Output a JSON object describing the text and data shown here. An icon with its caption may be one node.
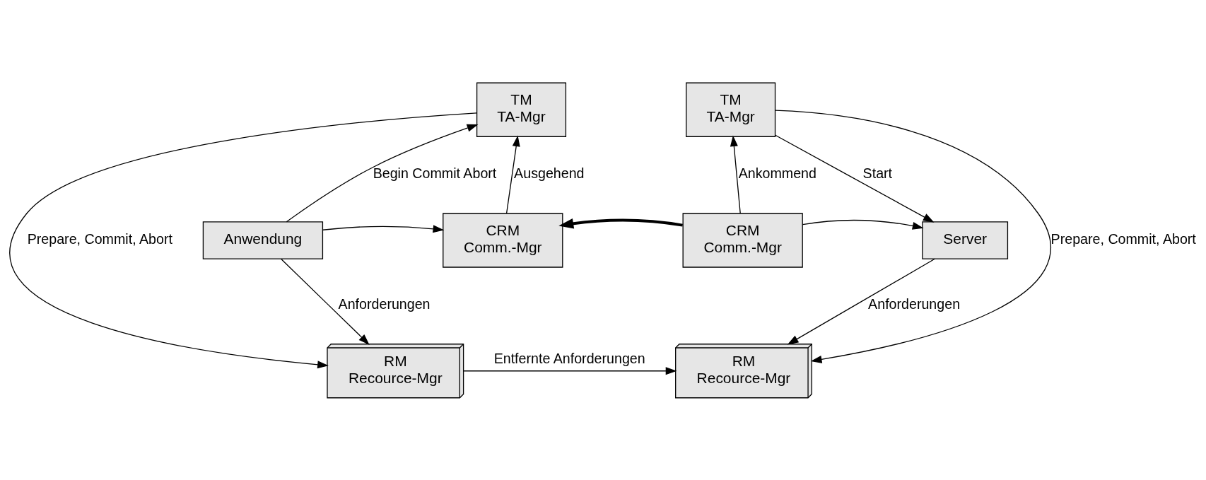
{
  "diagram": {
    "nodes": [
      {
        "text": [
          "TM",
          "TA-Mgr"
        ]
      },
      {
        "text": [
          "Anwendung"
        ]
      },
      {
        "text": [
          "CRM",
          "Comm.-Mgr"
        ]
      },
      {
        "text": [
          "RM",
          "Recource-Mgr"
        ]
      },
      {
        "text": [
          "TM",
          "TA-Mgr"
        ]
      },
      {
        "text": [
          "CRM",
          "Comm.-Mgr"
        ]
      },
      {
        "text": [
          "Server"
        ]
      },
      {
        "text": [
          "RM",
          "Recource-Mgr"
        ]
      }
    ],
    "edges": [
      {
        "from": 1,
        "to": 0,
        "arrow": "to",
        "label": "Begin Commit Abort"
      },
      {
        "from": 1,
        "to": 2,
        "arrow": "to"
      },
      {
        "from": 2,
        "to": 0,
        "arrow": "to",
        "label": "Ausgehend"
      },
      {
        "from": 0,
        "to": 3,
        "arrow": "to",
        "label": "Prepare, Commit, Abort"
      },
      {
        "from": 1,
        "to": 3,
        "arrow": "to",
        "label": "Anforderungen"
      },
      {
        "from": 5,
        "to": 2,
        "arrow": "to",
        "style": "thick"
      },
      {
        "from": 5,
        "to": 4,
        "arrow": "to",
        "label": "Ankommend"
      },
      {
        "from": 5,
        "to": 6,
        "arrow": "to"
      },
      {
        "from": 4,
        "to": 6,
        "arrow": "to",
        "label": "Start"
      },
      {
        "from": 4,
        "to": 7,
        "arrow": "to",
        "label": "Prepare, Commit, Abort"
      },
      {
        "from": 6,
        "to": 7,
        "arrow": "to",
        "label": "Anforderungen"
      },
      {
        "from": 3,
        "to": 7,
        "arrow": "to",
        "label": "Entfernte Anforderungen"
      }
    ]
  }
}
